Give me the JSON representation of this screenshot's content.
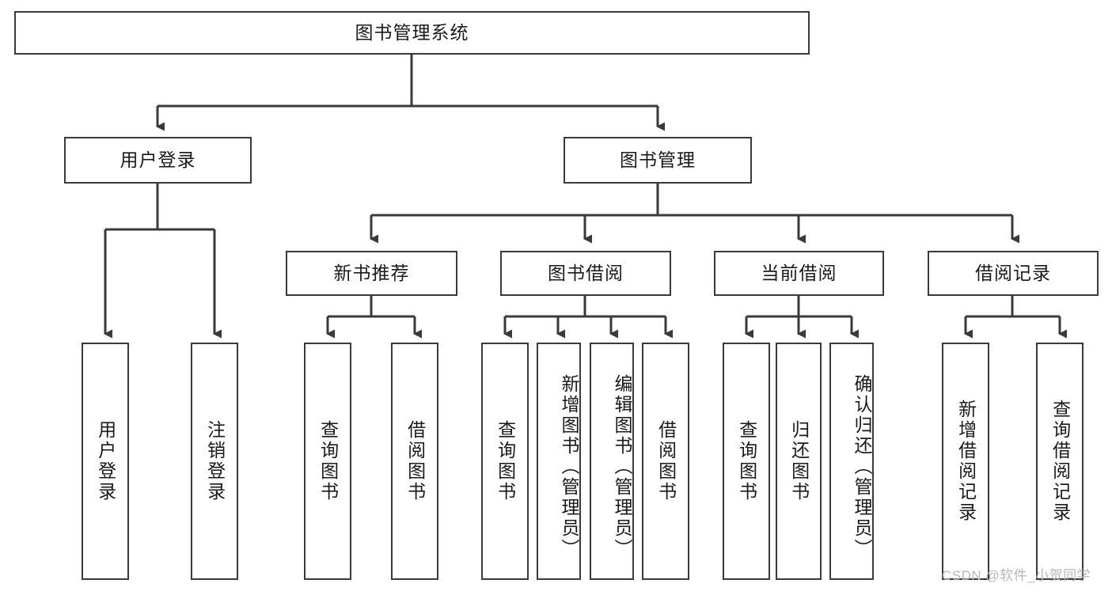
{
  "diagram": {
    "title_box": {
      "label": "图书管理系统"
    },
    "level2": [
      {
        "id": "user-login",
        "label": "用户登录"
      },
      {
        "id": "book-management",
        "label": "图书管理"
      }
    ],
    "level3": [
      {
        "id": "new-book-recommend",
        "label": "新书推荐"
      },
      {
        "id": "book-borrow",
        "label": "图书借阅"
      },
      {
        "id": "current-borrow",
        "label": "当前借阅"
      },
      {
        "id": "borrow-record",
        "label": "借阅记录"
      }
    ],
    "leaves": {
      "user_login": [
        {
          "id": "leaf-user-login",
          "label": "用户登录"
        },
        {
          "id": "leaf-logout-login",
          "label": "注销登录"
        }
      ],
      "new_book_recommend": [
        {
          "id": "leaf-query-book-1",
          "label": "查询图书"
        },
        {
          "id": "leaf-borrow-book-1",
          "label": "借阅图书"
        }
      ],
      "book_borrow": [
        {
          "id": "leaf-query-book-2",
          "label": "查询图书"
        },
        {
          "id": "leaf-add-book-admin",
          "label": "新增图书（管理员）"
        },
        {
          "id": "leaf-edit-book-admin",
          "label": "编辑图书（管理员）"
        },
        {
          "id": "leaf-borrow-book-2",
          "label": "借阅图书"
        }
      ],
      "current_borrow": [
        {
          "id": "leaf-query-book-3",
          "label": "查询图书"
        },
        {
          "id": "leaf-return-book",
          "label": "归还图书"
        },
        {
          "id": "leaf-confirm-return-admin",
          "label": "确认归还（管理员）"
        }
      ],
      "borrow_record": [
        {
          "id": "leaf-add-borrow-record",
          "label": "新增借阅记录"
        },
        {
          "id": "leaf-query-borrow-record",
          "label": "查询借阅记录"
        }
      ]
    },
    "watermark": {
      "text": "CSDN @软件_小贺同学"
    },
    "colors": {
      "stroke": "#3a3a3a",
      "text": "#1a1a1a",
      "background": "#ffffff",
      "watermark": "#b8b8b8"
    }
  }
}
